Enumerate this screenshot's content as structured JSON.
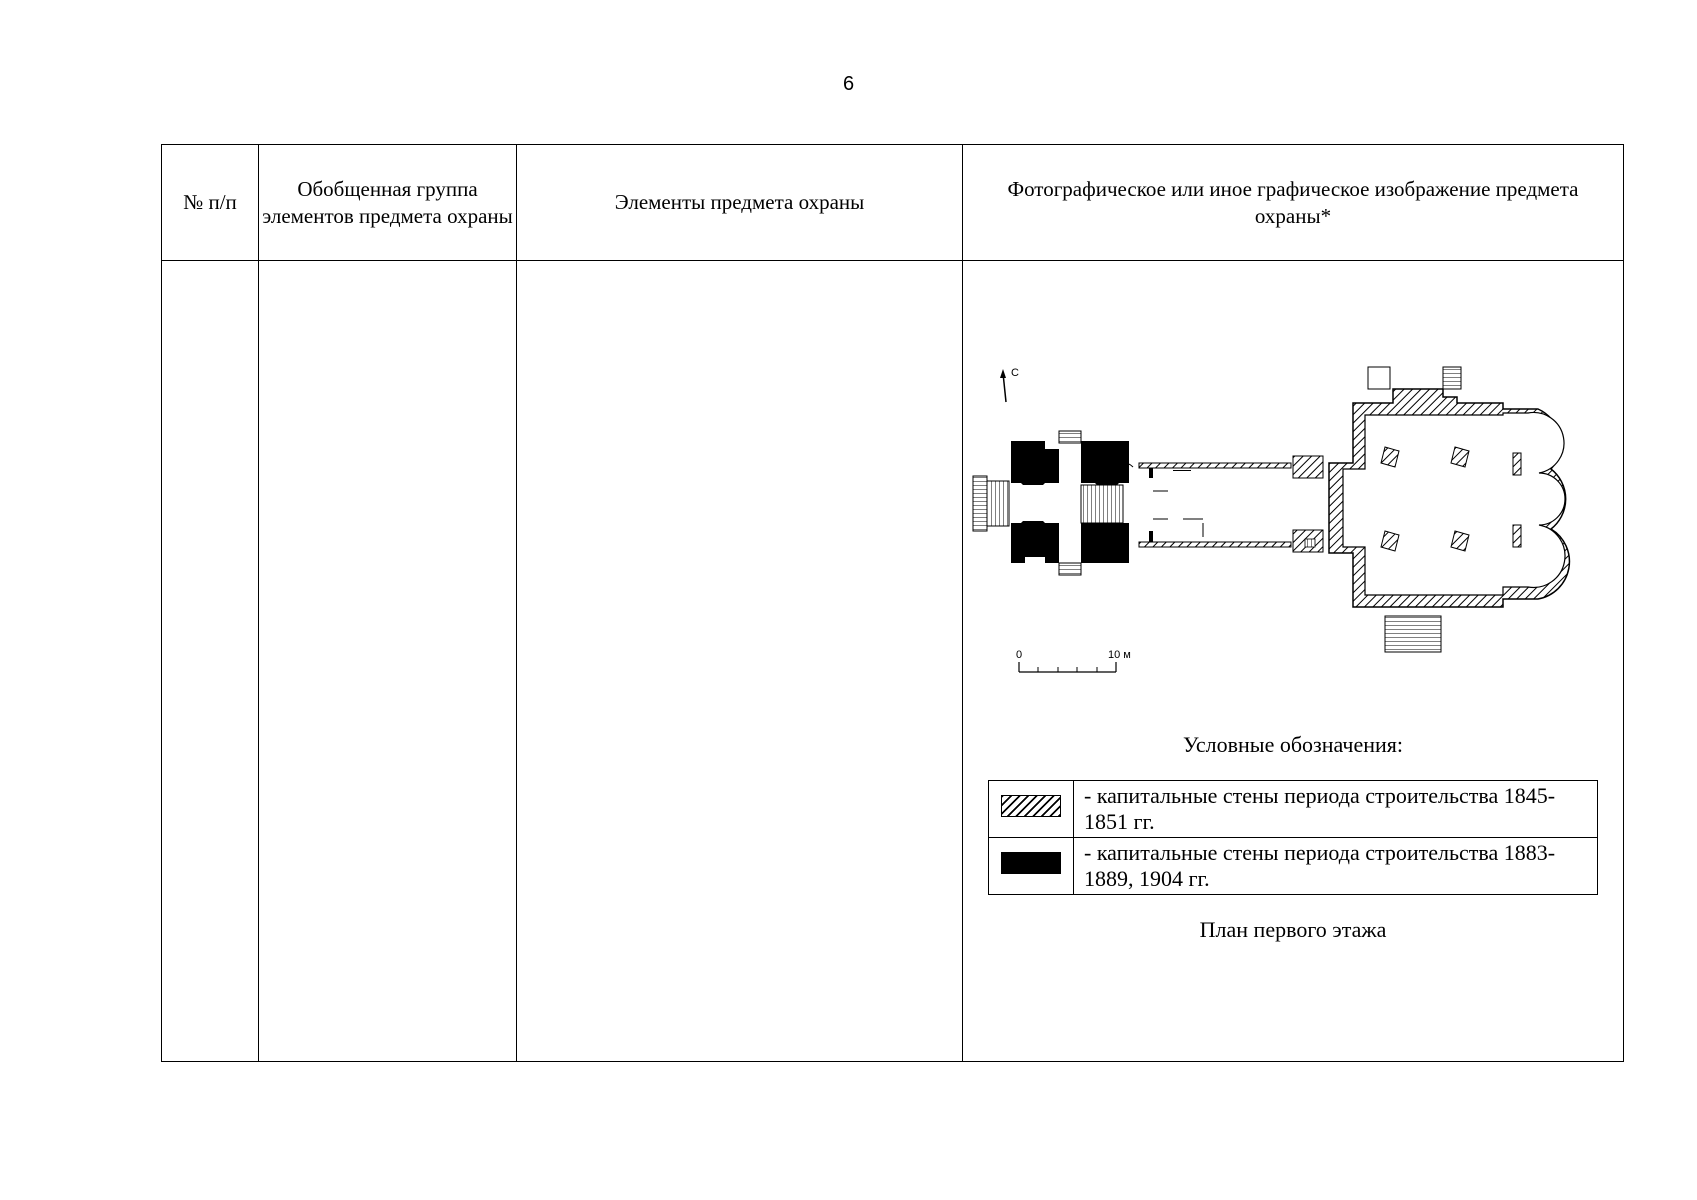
{
  "page": {
    "number": "6"
  },
  "table": {
    "headers": {
      "col_num": "№ п/п",
      "col_group": "Обобщенная группа элементов предмета охраны",
      "col_elements": "Элементы предмета охраны",
      "col_image": "Фотографическое или иное графическое изображение предмета охраны*"
    }
  },
  "plan": {
    "north_label": "С",
    "scale_start": "0",
    "scale_end": "10 м",
    "legend_title": "Условные обозначения:",
    "legend": [
      {
        "swatch": "hatched",
        "text": "- капитальные стены периода строительства 1845-1851 гг."
      },
      {
        "swatch": "solid",
        "text": "- капитальные стены периода строительства 1883-1889, 1904 гг."
      }
    ],
    "caption": "План первого этажа"
  }
}
